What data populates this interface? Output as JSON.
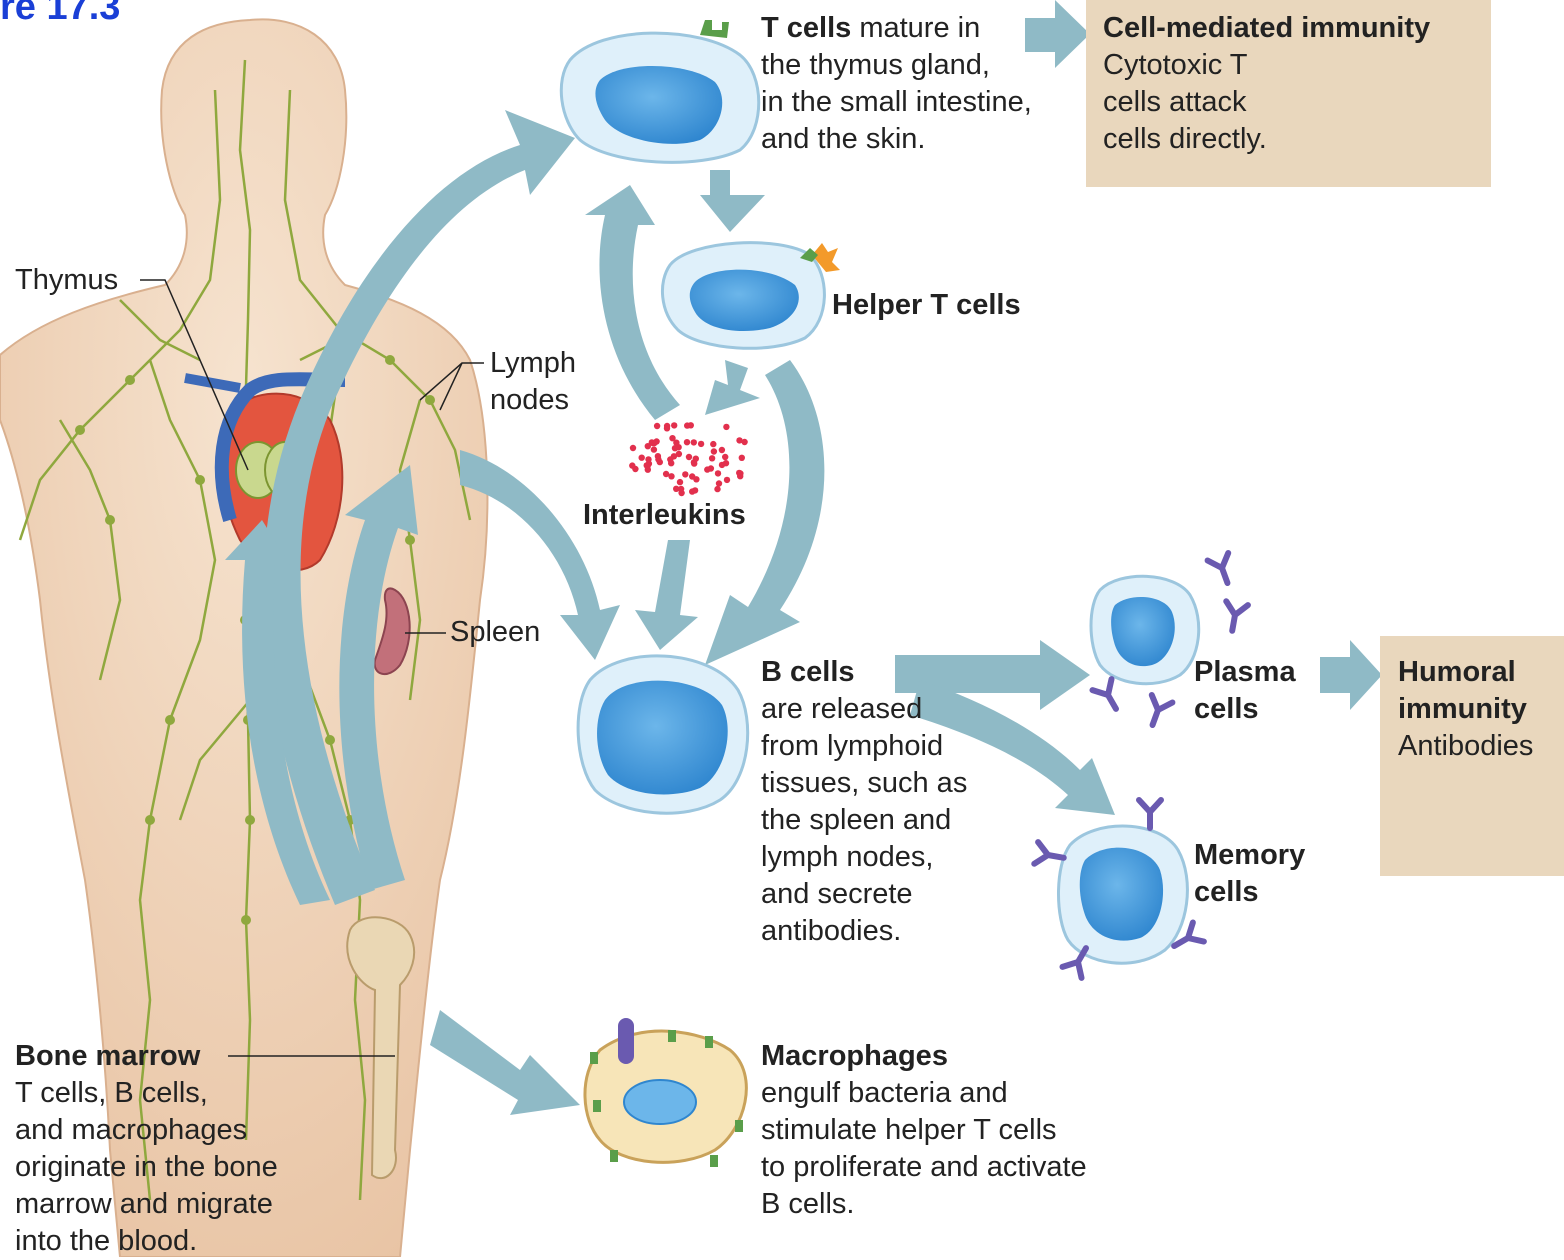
{
  "figure_title": "re 17.3",
  "colors": {
    "arrow": "#8fbac6",
    "skin": "#f1d8bf",
    "lymph": "#8fa83e",
    "cell_nucleus": "#3d93d6",
    "cell_membrane": "#dff0fa",
    "antibody": "#6a5ab0",
    "interleukin": "#e2304d",
    "box_bg": "#e9d7bd",
    "title_blue": "#1a3fd6"
  },
  "labels": {
    "thymus": "Thymus",
    "lymph_nodes": [
      "Lymph",
      "nodes"
    ],
    "spleen": "Spleen",
    "interleukins": "Interleukins",
    "helper_t": "Helper T cells",
    "plasma": [
      "Plasma",
      "cells"
    ],
    "memory": [
      "Memory",
      "cells"
    ]
  },
  "t_cells": {
    "title": "T cells",
    "line1_rest": " mature in",
    "lines": [
      "the thymus gland,",
      "in the small intestine,",
      "and the skin."
    ]
  },
  "cell_mediated": {
    "title": "Cell-mediated immunity",
    "lines": [
      "Cytotoxic T",
      "cells attack",
      "cells directly."
    ]
  },
  "b_cells": {
    "title": "B cells",
    "lines": [
      "are released",
      "from lymphoid",
      "tissues, such as",
      "the spleen and",
      "lymph nodes,",
      "and secrete",
      "antibodies."
    ]
  },
  "humoral": {
    "title_lines": [
      "Humoral",
      "immunity"
    ],
    "subtitle": "Antibodies"
  },
  "bone_marrow": {
    "title": "Bone marrow",
    "lines": [
      "T cells, B cells,",
      "and macrophages",
      "originate in the bone",
      "marrow and migrate",
      "into the blood."
    ]
  },
  "macrophages": {
    "title": "Macrophages",
    "lines": [
      "engulf bacteria and",
      "stimulate helper T cells",
      "to proliferate and activate",
      "B cells."
    ]
  }
}
